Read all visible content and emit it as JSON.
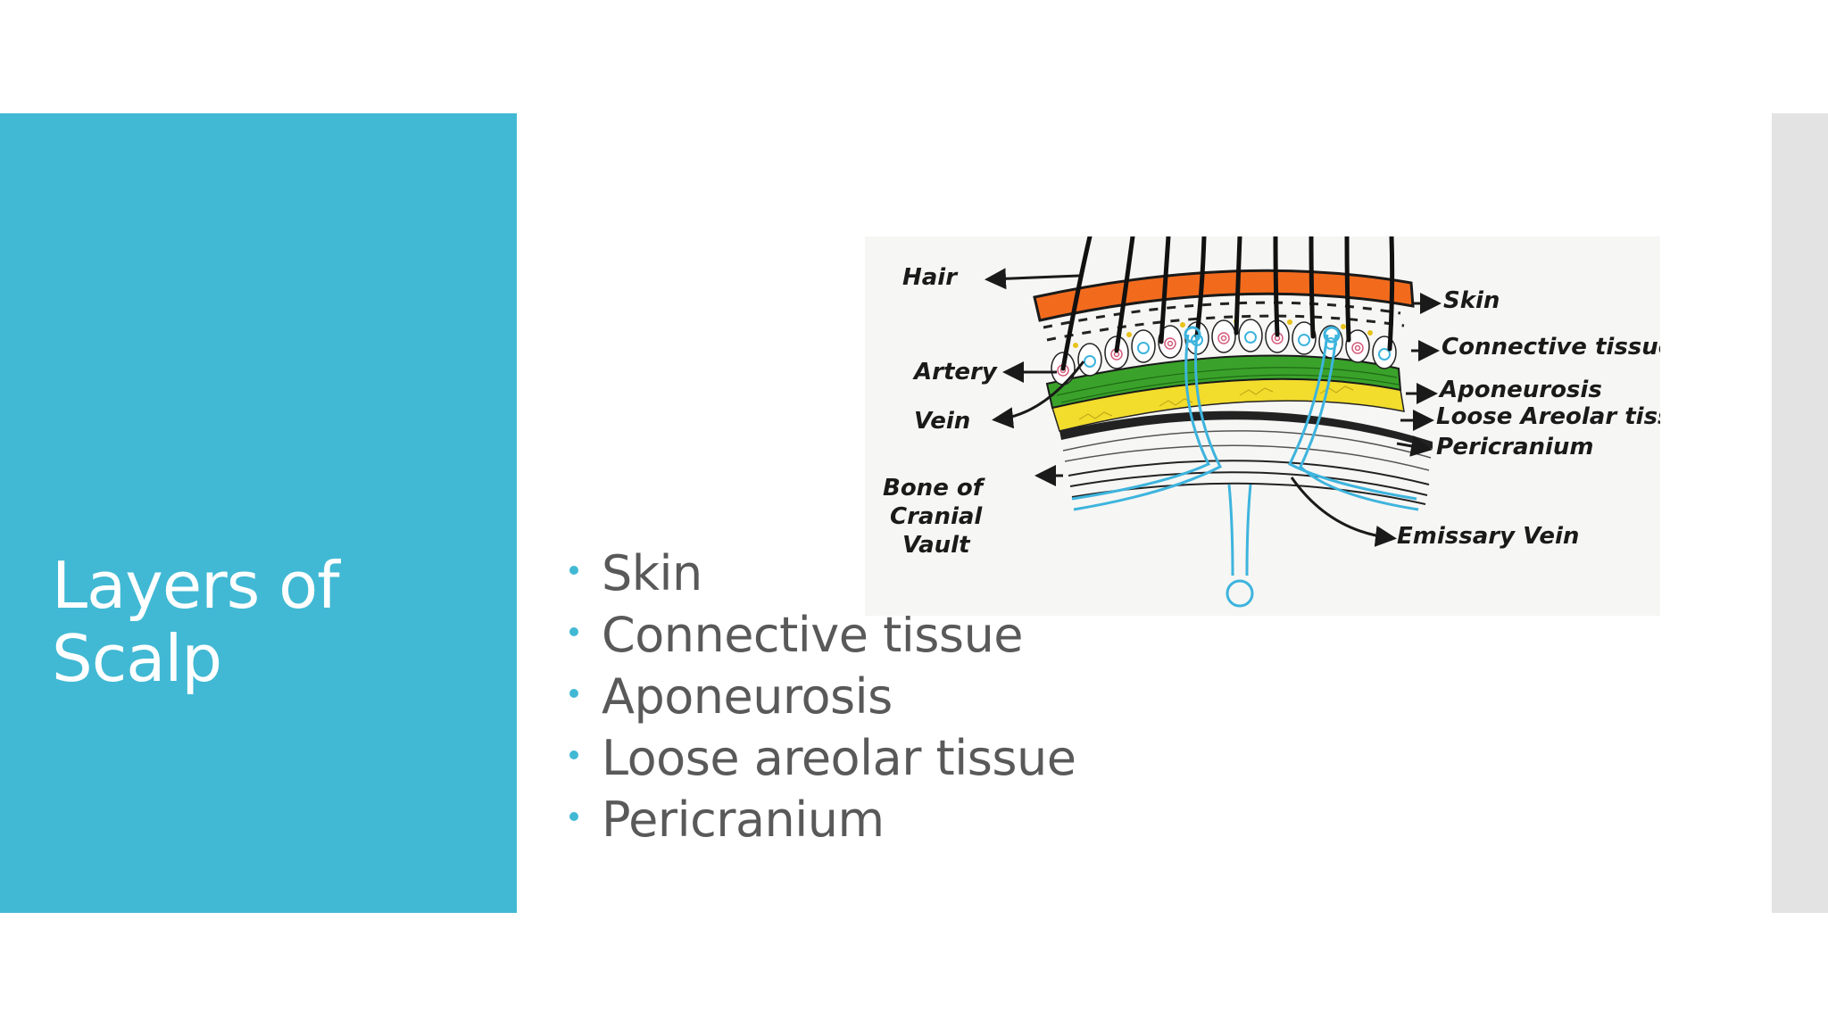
{
  "slide": {
    "title_lines": [
      "Layers of",
      "Scalp"
    ],
    "bullets": [
      "Skin",
      "Connective tissue",
      "Aponeurosis",
      "Loose areolar tissue",
      "Pericranium"
    ]
  },
  "diagram": {
    "labels_left": {
      "hair": "Hair",
      "artery": "Artery",
      "vein": "Vein",
      "bone_line1": "Bone of",
      "bone_line2": "Cranial",
      "bone_line3": "Vault"
    },
    "labels_right": {
      "skin": "Skin",
      "connective": "Connective tissue",
      "aponeurosis": "Aponeurosis",
      "loose": "Loose Areolar tissue",
      "pericranium": "Pericranium",
      "emissary": "Emissary Vein"
    },
    "colors": {
      "skin": "#f26b1d",
      "aponeurosis": "#3aa22a",
      "loose_areolar": "#f2dc2c",
      "vessel": "#3db4dd",
      "accent": "#41b9d4"
    }
  }
}
